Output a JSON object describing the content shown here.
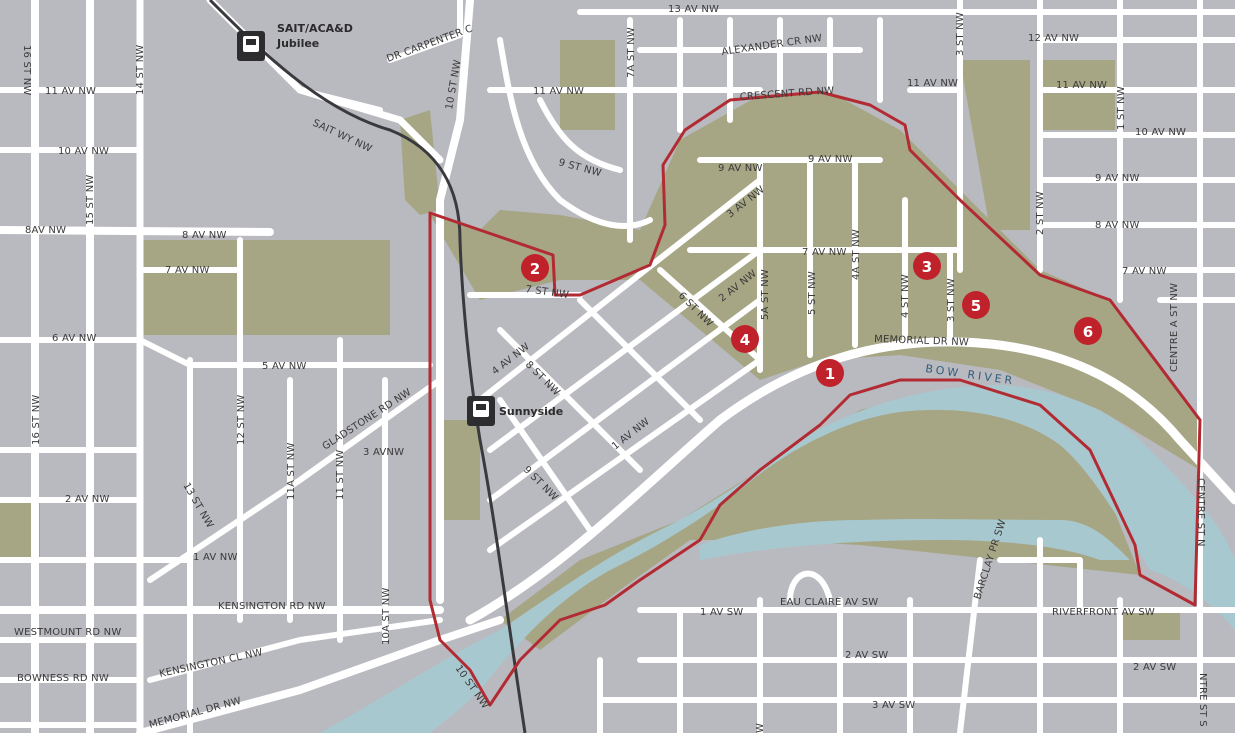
{
  "colors": {
    "land": "#b9b9c0",
    "park": "#a6a685",
    "water": "#a8c8d0",
    "road": "#ffffff",
    "route": "#b22b33",
    "marker": "#c0222b",
    "lrt_line": "#3a3a3e"
  },
  "stations": [
    {
      "id": "sait",
      "line1": "SAIT/ACA&D",
      "line2": "Jubilee",
      "icon": "train-icon"
    },
    {
      "id": "sunnyside",
      "line1": "Sunnyside",
      "icon": "train-icon"
    }
  ],
  "river": {
    "name": "BOW RIVER"
  },
  "markers": [
    "1",
    "2",
    "3",
    "4",
    "5",
    "6"
  ],
  "streets": {
    "s16_top": "16 ST NW",
    "av11_w": "11 AV NW",
    "st14": "14 ST NW",
    "av10_w": "10 AV NW",
    "st15": "15 ST NW",
    "av8_w": "8AV NW",
    "av8_m": "8 AV NW",
    "av7_w": "7 AV NW",
    "av6_w": "6 AV NW",
    "av5": "5 AV NW",
    "st16": "16 ST NW",
    "st12": "12 ST NW",
    "gladstone": "GLADSTONE RD NW",
    "av3": "3 AVNW",
    "st11a": "11A ST NW",
    "st11": "11 ST NW",
    "av2_w": "2 AV NW",
    "st13": "13 ST NW",
    "av1_w": "1 AV NW",
    "kensington_rd": "KENSINGTON RD NW",
    "st10a": "10A ST NW",
    "westmount": "WESTMOUNT RD NW",
    "kensington_cl": "KENSINGTON CL NW",
    "bowness": "BOWNESS RD NW",
    "memorial_w": "MEMORIAL DR NW",
    "sait_wy": "SAIT WY NW",
    "dr_carpenter": "DR CARPENTER C",
    "st10": "10 ST NW",
    "av13": "13 AV NW",
    "alexander": "ALEXANDER CR NW",
    "st7a": "7A ST NW",
    "av11_m": "11 AV NW",
    "crescent": "CRESCENT RD NW",
    "st9": "9 ST NW",
    "av9_a": "9 AV NW",
    "av9_b": "9 AV NW",
    "av11_e": "11 AV NW",
    "st3_top": "3 ST NW",
    "av12": "12 AV NW",
    "av11_far": "11 AV NW",
    "st1": "1 ST NW",
    "av10_e": "10 AV NW",
    "av9_e": "9 AV NW",
    "st2": "2 ST NW",
    "av8_e": "8 AV NW",
    "av7_e": "7 AV NW",
    "centre_a": "CENTRE A ST NW",
    "av3_diag": "3 AV NW",
    "av7_m": "7 AV NW",
    "st4a": "4A ST NW",
    "st7": "7 ST NW",
    "av2_diag": "2 AV NW",
    "st6": "6 ST NW",
    "st5a": "5A ST NW",
    "st5": "5 ST NW",
    "st4": "4 ST NW",
    "st3": "3 ST NW",
    "memorial_e": "MEMORIAL DR NW",
    "av4": "4 AV NW",
    "st8": "8 ST NW",
    "av1_diag": "1 AV NW",
    "st9_low": "9 ST NW",
    "st10_low": "10 ST NW",
    "centre": "CENTRE ST N",
    "barclay": "BARCLAY PR SW",
    "eau_claire": "EAU CLAIRE AV SW",
    "av1_sw": "1 AV SW",
    "riverfront": "RIVERFRONT AV SW",
    "av2_sw": "2 AV SW",
    "av2_sw_e": "2 AV SW",
    "av3_sw": "3 AV SW",
    "centre_s": "NTRE ST S",
    "w_bottom": "W"
  }
}
